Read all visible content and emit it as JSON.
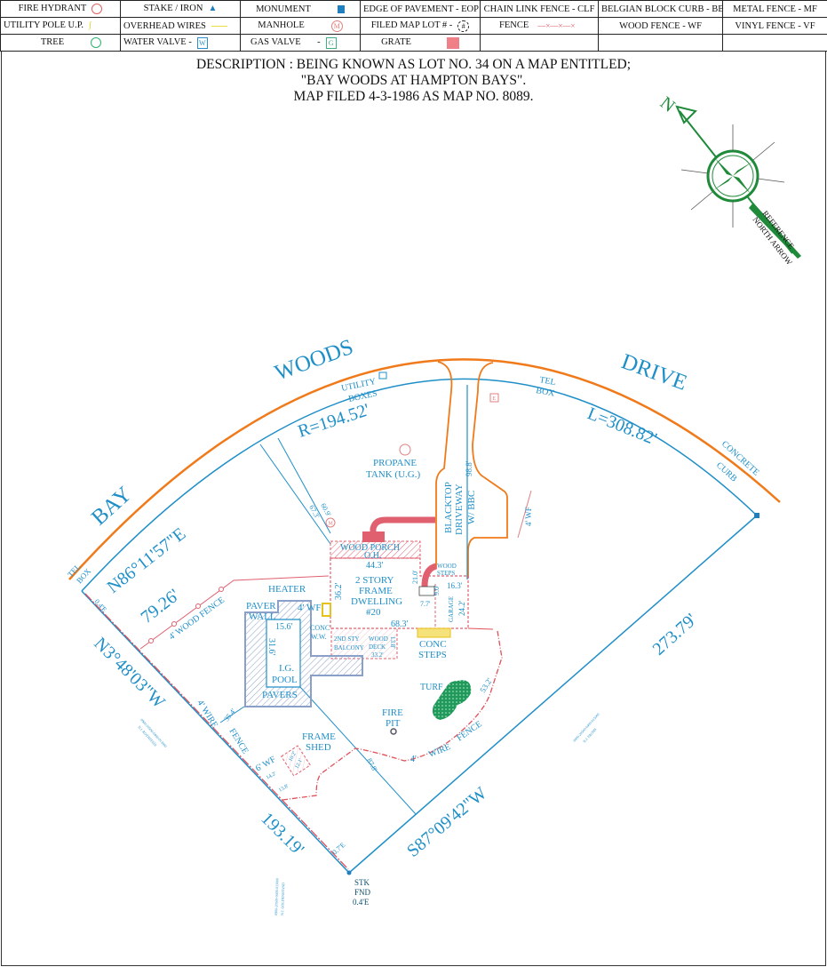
{
  "legend": {
    "rows": [
      [
        {
          "label": "FIRE HYDRANT",
          "icon": "fire-hydrant-icon"
        },
        {
          "label": "STAKE / IRON",
          "icon": "stake-triangle-icon"
        },
        {
          "label": "MONUMENT",
          "icon": "monument-square-icon"
        },
        {
          "label": "EDGE OF PAVEMENT - EOP"
        },
        {
          "label": "CHAIN LINK FENCE  -  CLF"
        },
        {
          "label": "BELGIAN BLOCK CURB - BBC"
        },
        {
          "label": "METAL FENCE  -  MF"
        }
      ],
      [
        {
          "label": "UTILITY POLE  U.P.",
          "icon": "utility-pole-icon"
        },
        {
          "label": "OVERHEAD WIRES",
          "icon": "overhead-wires-icon"
        },
        {
          "label": "MANHOLE",
          "icon": "manhole-icon",
          "glyph": "M"
        },
        {
          "label": "FILED MAP LOT #  -",
          "icon": "lot-number-icon",
          "glyph": "#"
        },
        {
          "label": "FENCE",
          "icon": "fence-line-icon"
        },
        {
          "label": "WOOD FENCE  -  WF"
        },
        {
          "label": "VINYL FENCE  -  VF"
        }
      ],
      [
        {
          "label": "TREE",
          "icon": "tree-icon"
        },
        {
          "label": "WATER VALVE  -",
          "icon": "water-valve-icon",
          "glyph": "W"
        },
        {
          "label": "GAS VALVE       -",
          "icon": "gas-valve-icon",
          "glyph": "G"
        },
        {
          "label": "GRATE",
          "icon": "grate-icon"
        },
        {
          "label": ""
        },
        {
          "label": ""
        },
        {
          "label": ""
        }
      ]
    ]
  },
  "description": [
    "DESCRIPTION : BEING KNOWN AS LOT NO. 34 ON A MAP ENTITLED;",
    "\"BAY WOODS AT HAMPTON BAYS\".",
    "MAP FILED 4-3-1986 AS MAP NO. 8089."
  ],
  "compass": {
    "n": "N",
    "reference": "REFERENCE",
    "north_arrow": "NORTH ARROW"
  },
  "colors": {
    "line_blue": "#1f8fc8",
    "road_orange": "#f07a1a",
    "fence_red": "#e0505a",
    "turf_green": "#1f9a5a",
    "compass_green": "#1f8a3a"
  },
  "map": {
    "road": {
      "w1": "BAY",
      "w2": "WOODS",
      "w3": "DRIVE"
    },
    "radius": "R=194.52'",
    "arc_length": "L=308.82'",
    "utility_boxes": [
      "UTILITY",
      "BOXES"
    ],
    "tel_box_top": [
      "TEL",
      "BOX"
    ],
    "concrete_curb": [
      "CONCRETE",
      "CURB"
    ],
    "propane": [
      "PROPANE",
      "TANK (U.G.)"
    ],
    "driveway": [
      "BLACKTOP",
      "DRIVEWAY",
      "W/ BBC"
    ],
    "driveway_len": "98.8'",
    "wf_right": "4' WF",
    "bearing_north": "N86°11'57\"E",
    "dist_north": "79.26'",
    "tel_box_left": [
      "TEL",
      "BOX"
    ],
    "offset_nw": "0.4'E",
    "bearing_west": "N3°48'03\"W",
    "wood_fence": "4' WOOD FENCE",
    "heater": "HEATER",
    "wf_left": "4' WF",
    "paver_wall": [
      "PAVER",
      "WALL"
    ],
    "conc_ww": [
      "CONC",
      "W.W."
    ],
    "pool_w": "15.6'",
    "pool_l": "31.6'",
    "pool": [
      "I.G.",
      "POOL"
    ],
    "pavers": "PAVERS",
    "balcony": [
      "2ND STY",
      "BALCONY"
    ],
    "deck": [
      "WOOD",
      "DECK"
    ],
    "deck_w": "13.8'",
    "deck_l": "33.2'",
    "conc_steps": [
      "CONC",
      "STEPS"
    ],
    "house_rear": "68.3'",
    "house_front": "44.3'",
    "house_side": "36.2'",
    "dwelling": [
      "2 STORY",
      "FRAME",
      "DWELLING",
      "#20"
    ],
    "porch": [
      "WOOD PORCH",
      "O.H."
    ],
    "dim_21": "21.0'",
    "dim_77": "7.7'",
    "dim_90": "9.0'",
    "dim_163": "16.3'",
    "garage": "GARAGE",
    "dim_242": "24.2'",
    "wood_steps": [
      "WOOD",
      "STEPS"
    ],
    "dist_east": "273.79'",
    "dist_532": "53.2'",
    "turf": "TURF",
    "fire_pit": [
      "FIRE",
      "PIT"
    ],
    "wire_fence_s": [
      "4'",
      "WIRE",
      "FENCE"
    ],
    "dist_878": "87.8'",
    "shed": [
      "FRAME",
      "SHED"
    ],
    "shed_a": "10.2'",
    "shed_b": "12.1'",
    "wf_6": "6' WF",
    "dim_142": "14.2'",
    "dim_138": "13.8'",
    "dim_354": "35.4'",
    "wire_fence_w": [
      "4' WIRE",
      "FENCE"
    ],
    "dist_west": "193.19'",
    "offset_sw": "0.7'E",
    "stk": [
      "STK",
      "FND",
      "0.4'E"
    ],
    "bearing_south": "S87°09'42\"W",
    "dim_609": "60.9'",
    "dim_673": "67.3'",
    "manhole_glyph": "M",
    "elec_glyph": "E",
    "tax_w": [
      "0900-20500-0400-013000",
      "N.J. ROTHSTEIN"
    ],
    "tax_s": [
      "0900-20500-0400-013000",
      "N.J. GOLDENSTAND"
    ],
    "tax_e": [
      "0900-20500-0400-015000",
      "N.J. FROHS"
    ]
  }
}
